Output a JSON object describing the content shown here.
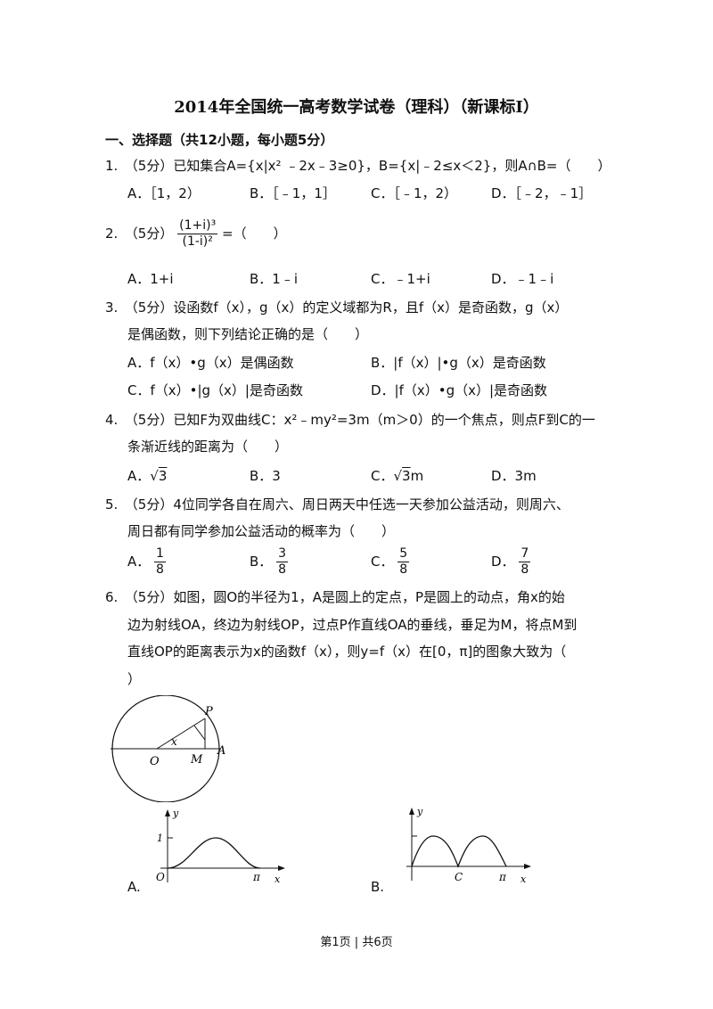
{
  "title": "2014年全国统一高考数学试卷（理科）（新课标Ⅰ）",
  "section": "一、选择题（共12小题，每小题5分）",
  "q1": {
    "text": "1.　（5分）已知集合A={x|x² ﹣2x﹣3≥0}，B={x|﹣2≤x＜2}，则A∩B=（　　）",
    "a": "A．［1，2）",
    "b": "B．［﹣1，1］",
    "c": "C．［﹣1，2）",
    "d": "D．［﹣2，﹣1］"
  },
  "q2": {
    "prefix": "2.　（5分）",
    "num": "(1+i)³",
    "den": "(1-i)²",
    "suffix": "=（　　）",
    "a": "A．1+i",
    "b": "B．1﹣i",
    "c": "C．﹣1+i",
    "d": "D．﹣1﹣i"
  },
  "q3": {
    "line1": "3.　（5分）设函数f（x），g（x）的定义域都为R，且f（x）是奇函数，g（x）",
    "line2": "是偶函数，则下列结论正确的是（　　）",
    "a": "A．f（x）•g（x）是偶函数",
    "b": "B．|f（x）|•g（x）是奇函数",
    "c": "C．f（x）•|g（x）|是奇函数",
    "d": "D．|f（x）•g（x）|是奇函数"
  },
  "q4": {
    "line1": "4.　（5分）已知F为双曲线C：x²﹣my²=3m（m＞0）的一个焦点，则点F到C的一",
    "line2": "条渐近线的距离为（　　）",
    "a_prefix": "A．√",
    "a_rad": "3",
    "b": "B．3",
    "c_prefix": "C．√",
    "c_rad": "3",
    "c_suffix": "m",
    "d": "D．3m"
  },
  "q5": {
    "line1": "5.　（5分）4位同学各自在周六、周日两天中任选一天参加公益活动，则周六、",
    "line2": "周日都有同学参加公益活动的概率为（　　）",
    "a_label": "A．",
    "a_num": "1",
    "a_den": "8",
    "b_label": "B．",
    "b_num": "3",
    "b_den": "8",
    "c_label": "C．",
    "c_num": "5",
    "c_den": "8",
    "d_label": "D．",
    "d_num": "7",
    "d_den": "8"
  },
  "q6": {
    "line1": "6.　（5分）如图，圆O的半径为1，A是圆上的定点，P是圆上的动点，角x的始",
    "line2": "边为射线OA，终边为射线OP，过点P作直线OA的垂线，垂足为M，将点M到",
    "line3": "直线OP的距离表示为x的函数f（x），则y=f（x）在[0，π]的图象大致为（",
    "line4": "）",
    "fig_labels": {
      "P": "P",
      "x": "x",
      "O": "O",
      "M": "M",
      "A": "A"
    },
    "graph_a": {
      "option": "A.",
      "y": "y",
      "one": "1",
      "origin": "O",
      "pi": "π",
      "x": "x"
    },
    "graph_b": {
      "option": "B.",
      "y": "y",
      "c": "C",
      "pi": "π",
      "x": "x"
    }
  },
  "footer": "第1页 | 共6页"
}
